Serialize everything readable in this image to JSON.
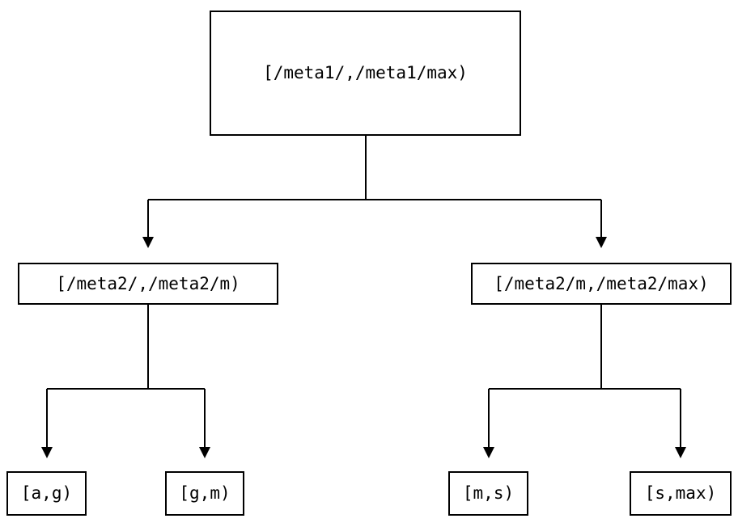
{
  "diagram": {
    "type": "tree",
    "root": {
      "label": "[/meta1/,/meta1/max)"
    },
    "level2": [
      {
        "label": "[/meta2/,/meta2/m)"
      },
      {
        "label": "[/meta2/m,/meta2/max)"
      }
    ],
    "leaves": [
      {
        "label": "[a,g)"
      },
      {
        "label": "[g,m)"
      },
      {
        "label": "[m,s)"
      },
      {
        "label": "[s,max)"
      }
    ],
    "edges": [
      {
        "from": "root",
        "to": "level2.0"
      },
      {
        "from": "root",
        "to": "level2.1"
      },
      {
        "from": "level2.0",
        "to": "leaves.0"
      },
      {
        "from": "level2.0",
        "to": "leaves.1"
      },
      {
        "from": "level2.1",
        "to": "leaves.2"
      },
      {
        "from": "level2.1",
        "to": "leaves.3"
      }
    ]
  },
  "colors": {
    "background": "#ffffff",
    "line": "#000000",
    "box_border": "#000000",
    "text": "#000000"
  }
}
